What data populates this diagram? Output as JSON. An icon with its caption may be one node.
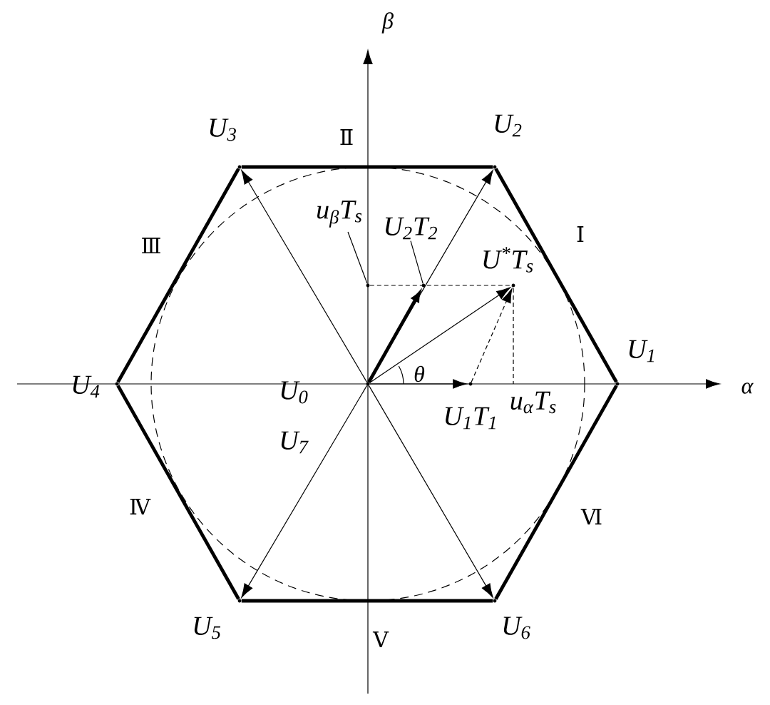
{
  "diagram": {
    "nodes": [
      {
        "text": [],
        "shape": "point"
      },
      {
        "text": [],
        "shape": "point",
        "beside": [
          "U$_{1}$"
        ]
      },
      {
        "text": [],
        "shape": "point",
        "beside": [
          "U$_{2}$"
        ]
      },
      {
        "text": [],
        "shape": "point",
        "beside": [
          "U$_{3}$"
        ]
      },
      {
        "text": [],
        "shape": "point",
        "beside": [
          "U$_{4}$"
        ]
      },
      {
        "text": [],
        "shape": "point",
        "beside": [
          "U$_{5}$"
        ]
      },
      {
        "text": [],
        "shape": "point",
        "beside": [
          "U$_{6}$"
        ]
      },
      {
        "text": [],
        "shape": "point"
      },
      {
        "text": [],
        "shape": "point",
        "beside": [
          "U$^{*}$T$_{s}$"
        ]
      },
      {
        "text": [],
        "shape": "point",
        "beside": [
          "U$_{1}$T$_{1}$"
        ]
      },
      {
        "text": [
          "u$_{β}$T$_{s}$"
        ]
      },
      {
        "text": [],
        "shape": "point"
      },
      {
        "text": [
          "U$_{2}$T$_{2}$"
        ]
      }
    ],
    "edges": [
      {
        "from": 0,
        "to": 2,
        "arrow": "to"
      },
      {
        "from": 0,
        "to": 3,
        "arrow": "to"
      },
      {
        "from": 0,
        "to": 5,
        "arrow": "to"
      },
      {
        "from": 0,
        "to": 6,
        "arrow": "to"
      },
      {
        "from": 0,
        "to": 7,
        "arrow": "to",
        "style": "thick"
      },
      {
        "from": 0,
        "to": 8,
        "arrow": "to"
      },
      {
        "from": 0,
        "to": 9,
        "arrow": "to"
      },
      {
        "from": 9,
        "to": 8,
        "arrow": "to",
        "style": "dashed"
      },
      {
        "from": 11,
        "to": 8,
        "arrow": "none",
        "style": "dashed"
      },
      {
        "from": 10,
        "to": 11,
        "arrow": "none"
      },
      {
        "from": 12,
        "to": 7,
        "arrow": "none"
      },
      {
        "from": 1,
        "to": 2,
        "arrow": "none",
        "style": "thick"
      },
      {
        "from": 2,
        "to": 3,
        "arrow": "none",
        "style": "thick"
      },
      {
        "from": 3,
        "to": 4,
        "arrow": "none",
        "style": "thick"
      },
      {
        "from": 4,
        "to": 5,
        "arrow": "none",
        "style": "thick"
      },
      {
        "from": 5,
        "to": 6,
        "arrow": "none",
        "style": "thick"
      },
      {
        "from": 6,
        "to": 1,
        "arrow": "none",
        "style": "thick"
      }
    ],
    "labels": [
      "β",
      "Ⅱ",
      "Ⅲ",
      "Ⅰ",
      "U$_{0}$",
      "θ",
      "α",
      "U$_{7}$",
      "u$_{α}$T$_{s}$",
      "Ⅳ",
      "Ⅵ",
      "Ⅴ"
    ]
  }
}
